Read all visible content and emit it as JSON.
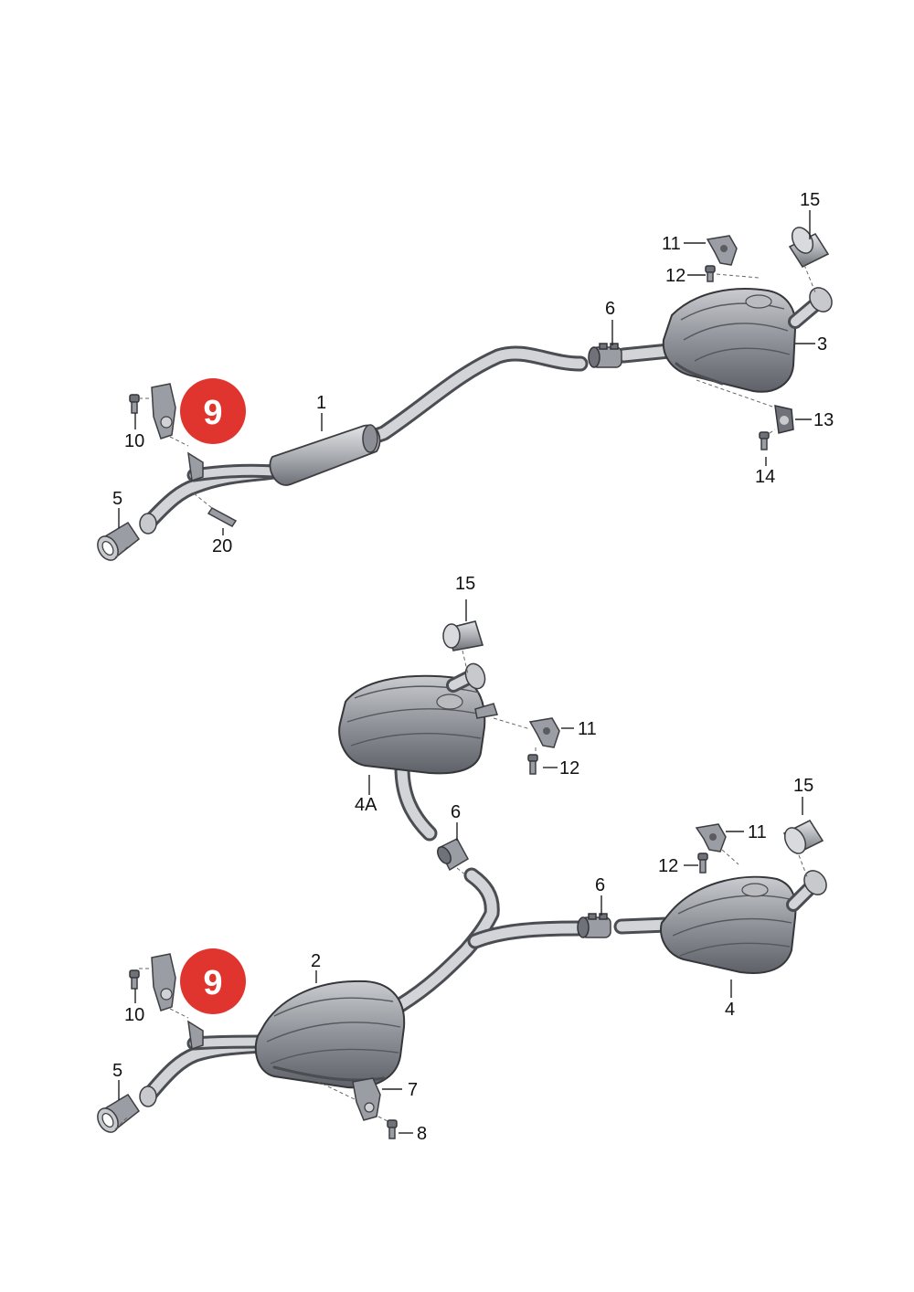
{
  "colors": {
    "badge": "#e0342f",
    "badge_text": "#ffffff",
    "part_fill": "#9a9da3",
    "outline": "#3c3e42",
    "background": "#ffffff"
  },
  "badges": {
    "top": "9",
    "bottom": "9"
  },
  "labels": {
    "top": {
      "l1": "1",
      "l3": "3",
      "l5": "5",
      "l6": "6",
      "l10": "10",
      "l11": "11",
      "l12": "12",
      "l13": "13",
      "l14": "14",
      "l15": "15",
      "l20": "20"
    },
    "bottom": {
      "l2": "2",
      "l4": "4",
      "l4a": "4A",
      "l5": "5",
      "l6a": "6",
      "l6b": "6",
      "l7": "7",
      "l8": "8",
      "l10": "10",
      "l11a": "11",
      "l11b": "11",
      "l12a": "12",
      "l12b": "12",
      "l15a": "15",
      "l15b": "15"
    }
  }
}
